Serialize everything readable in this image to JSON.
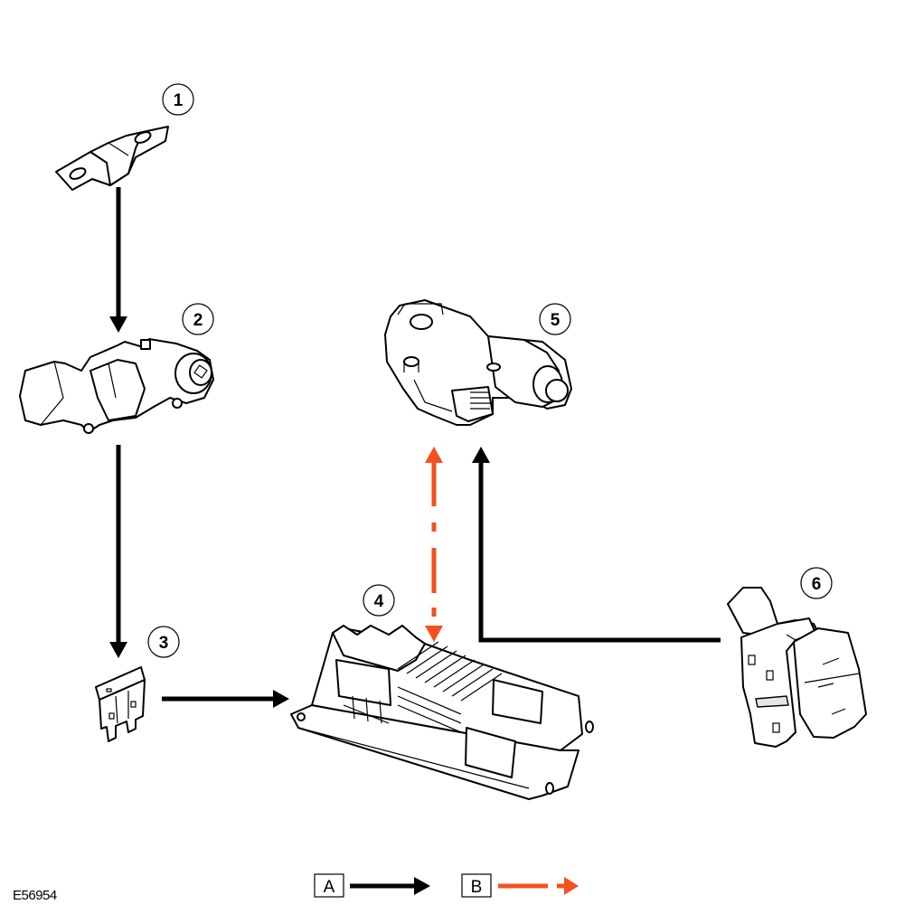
{
  "diagram": {
    "reference_code": "E56954",
    "colors": {
      "line_a": "#000000",
      "line_b": "#f4511e"
    },
    "components": [
      {
        "id": "1",
        "label": "1",
        "icon": "mega-fuse-icon"
      },
      {
        "id": "2",
        "label": "2",
        "icon": "ignition-switch-icon"
      },
      {
        "id": "3",
        "label": "3",
        "icon": "blade-fuse-icon"
      },
      {
        "id": "4",
        "label": "4",
        "icon": "junction-box-icon"
      },
      {
        "id": "5",
        "label": "5",
        "icon": "sunroof-motor-icon"
      },
      {
        "id": "6",
        "label": "6",
        "icon": "sunroof-switch-icon"
      }
    ],
    "connections": [
      {
        "from": "1",
        "to": "2",
        "type": "A"
      },
      {
        "from": "2",
        "to": "3",
        "type": "A"
      },
      {
        "from": "3",
        "to": "4",
        "type": "A"
      },
      {
        "from": "6",
        "to": "5",
        "type": "A"
      },
      {
        "from": "4",
        "to": "5",
        "type": "B",
        "bidirectional": true
      }
    ],
    "legend": [
      {
        "key": "A",
        "style": "solid-black-arrow"
      },
      {
        "key": "B",
        "style": "dashed-orange-arrow"
      }
    ]
  }
}
